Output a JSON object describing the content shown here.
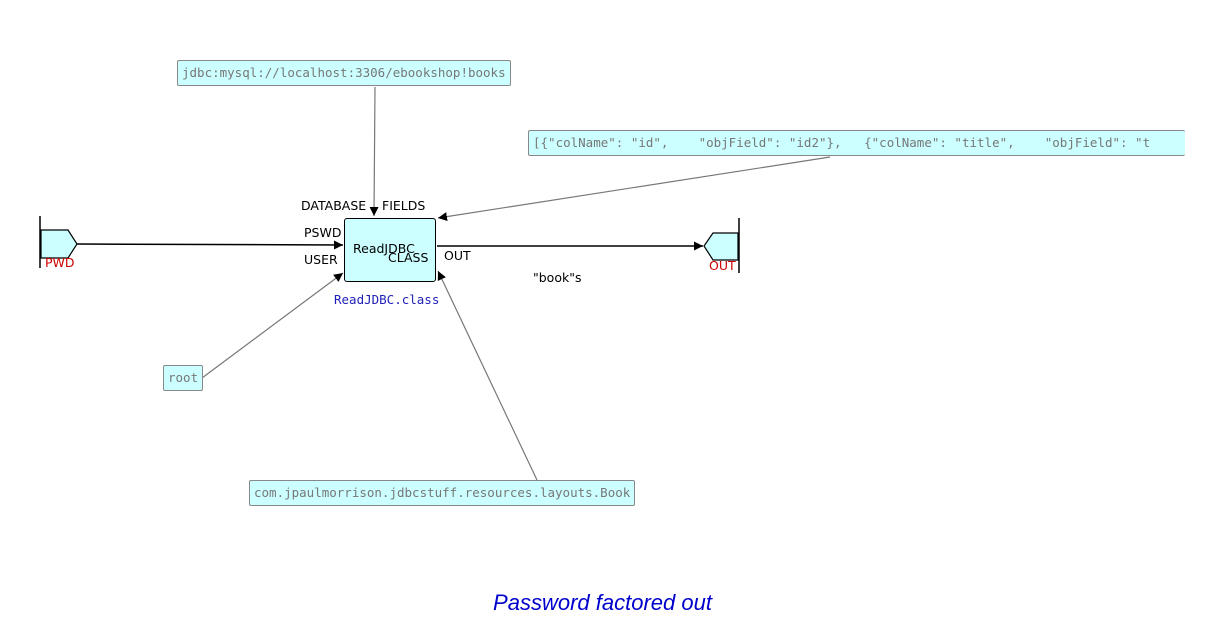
{
  "diagram": {
    "iips": {
      "database": "jdbc:mysql://localhost:3306/ebookshop!books",
      "fields": "[{\"colName\": \"id\",    \"objField\": \"id2\"},   {\"colName\": \"title\",    \"objField\": \"t",
      "user": "root",
      "class": "com.jpaulmorrison.jdbcstuff.resources.layouts.Book"
    },
    "process": {
      "name": "ReadJDBC",
      "class_label": "ReadJDBC.class",
      "ports": {
        "database": "DATABASE",
        "fields": "FIELDS",
        "pswd": "PSWD",
        "user": "USER",
        "class": "CLASS",
        "out": "OUT"
      }
    },
    "external_in": {
      "label": "PWD"
    },
    "external_out": {
      "label": "OUT"
    },
    "connection_label": "\"book\"s",
    "caption": "Password factored out",
    "colors": {
      "box_fill": "#ccffff",
      "iip_text": "#777777",
      "external_label": "#cc0000",
      "class_label": "#1f1fb8",
      "caption": "#0000cc"
    }
  }
}
